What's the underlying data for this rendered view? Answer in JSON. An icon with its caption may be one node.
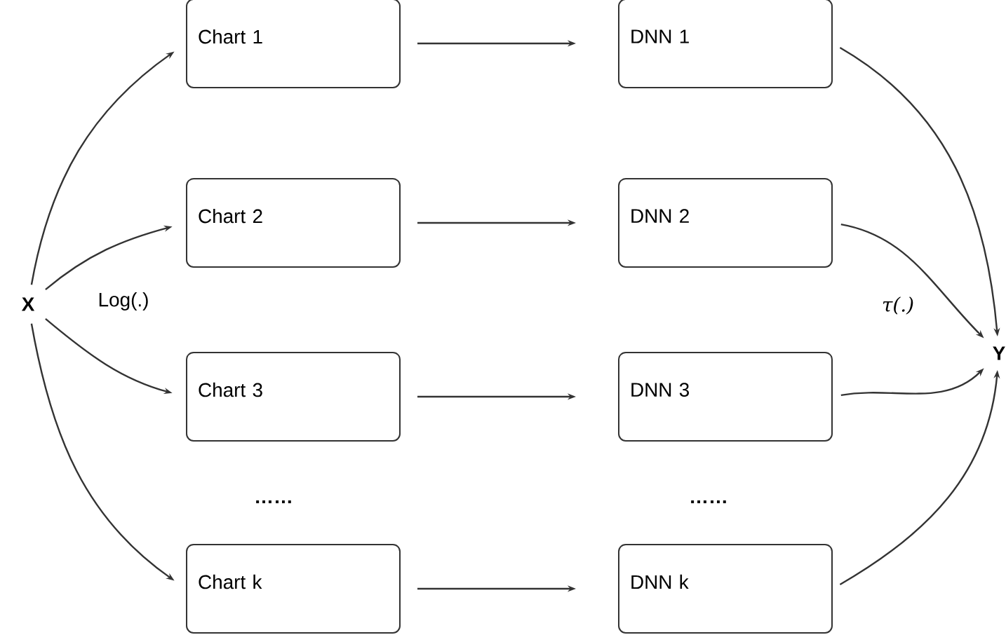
{
  "diagram": {
    "nodes": [
      {
        "text": [
          "X"
        ]
      },
      {
        "text": [
          "Chart 1"
        ]
      },
      {
        "text": [
          "Chart 2"
        ]
      },
      {
        "text": [
          "Chart 3"
        ]
      },
      {
        "text": [
          "Chart k"
        ]
      },
      {
        "text": [
          "DNN 1"
        ]
      },
      {
        "text": [
          "DNN 2"
        ]
      },
      {
        "text": [
          "DNN 3"
        ]
      },
      {
        "text": [
          "DNN k"
        ]
      },
      {
        "text": [
          "Y"
        ]
      }
    ],
    "edges": [
      {
        "from": 0,
        "to": 1,
        "arrow": "to"
      },
      {
        "from": 0,
        "to": 2,
        "arrow": "to"
      },
      {
        "from": 0,
        "to": 3,
        "arrow": "to"
      },
      {
        "from": 0,
        "to": 4,
        "arrow": "to"
      },
      {
        "from": 1,
        "to": 5,
        "arrow": "to"
      },
      {
        "from": 2,
        "to": 6,
        "arrow": "to"
      },
      {
        "from": 3,
        "to": 7,
        "arrow": "to"
      },
      {
        "from": 4,
        "to": 8,
        "arrow": "to"
      },
      {
        "from": 5,
        "to": 9,
        "arrow": "to"
      },
      {
        "from": 6,
        "to": 9,
        "arrow": "to"
      },
      {
        "from": 7,
        "to": 9,
        "arrow": "to"
      },
      {
        "from": 8,
        "to": 9,
        "arrow": "to"
      }
    ],
    "labels": [
      "Log(.)",
      "τ(.)",
      "……",
      "……"
    ]
  }
}
